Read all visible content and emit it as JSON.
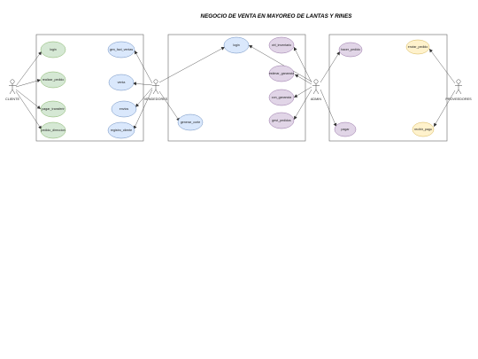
{
  "title": "NEGOCIO DE VENTA EN MAYOREO DE LANTAS Y RINES",
  "colors": {
    "green": "#d5e8d4",
    "green_stroke": "#82b366",
    "blue": "#dae8fc",
    "blue_stroke": "#6c8ebf",
    "purple": "#e1d5e7",
    "purple_stroke": "#9673a6",
    "yellow": "#fff2cc",
    "yellow_stroke": "#d6b656"
  },
  "actors": {
    "cliente": "CLIENTE",
    "vendedores": "VENDEDORES",
    "admin": "ADMIN",
    "proveedores": "PROVEEDORES"
  },
  "usecases": {
    "login_cliente": "login",
    "realizar_pedido": "realizar_pedido",
    "pagar_transferir": "pagar_transferir",
    "pedido_direccion": "pedido_direccion",
    "gen_fact_venta": "gen_fact_ventas",
    "venta": "venta",
    "envios": "envios",
    "registro_cliente": "registro_cliente",
    "login_central": "login",
    "generar_corte": "generar_corte",
    "ctrl_inventario": "ctrl_inventario",
    "estimar_ganancia": "estimar_ganancia",
    "con_ganancia": "con_ganancia",
    "gestionar_pedidos": "gest_pedidos",
    "hacer_pedido": "hacer_pedido",
    "pagar": "pagar",
    "enviar_pedido": "enviar_pedido",
    "recibir_pago": "recibir_pago"
  }
}
